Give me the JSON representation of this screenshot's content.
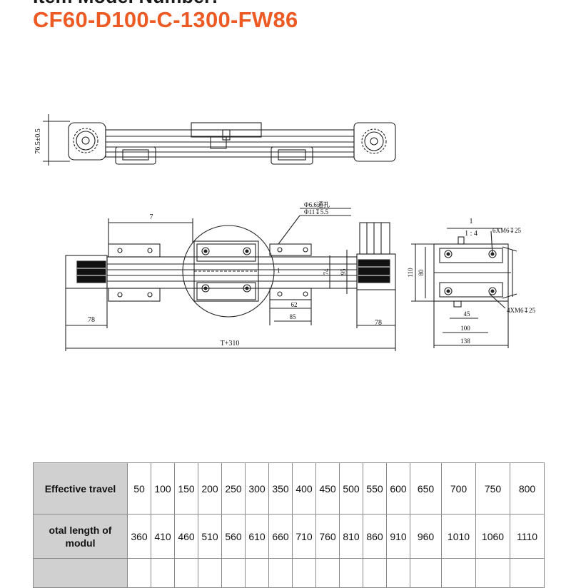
{
  "header": {
    "label": "Item Model Number:",
    "model": "CF60-D100-C-1300-FW86"
  },
  "drawing": {
    "top_view_dim": "76.5±0.5",
    "dim_7": "7",
    "dim_78_left": "78",
    "dim_78_right": "78",
    "dim_T310": "T+310",
    "hole_spec_1": "Φ6.6通孔",
    "hole_spec_2": "Φ11↧5.5",
    "dim_1": "1",
    "dim_74": "74",
    "dim_95": "95",
    "dim_62": "62",
    "dim_85": "85",
    "scale_1": "1",
    "scale_ratio": "1 : 4",
    "thread_6": "6XM6↧25",
    "thread_4": "4XM6↧25",
    "dim_110": "110",
    "dim_80": "80",
    "dim_45": "45",
    "dim_100": "100",
    "dim_138": "138"
  },
  "table": {
    "row1_header": "Effective travel",
    "row1_values": [
      "50",
      "100",
      "150",
      "200",
      "250",
      "300",
      "350",
      "400",
      "450",
      "500",
      "550",
      "600",
      "650",
      "700",
      "750",
      "800"
    ],
    "row2_header": "otal length of modul",
    "row2_values": [
      "360",
      "410",
      "460",
      "510",
      "560",
      "610",
      "660",
      "710",
      "760",
      "810",
      "860",
      "910",
      "960",
      "1010",
      "1060",
      "1110"
    ]
  }
}
